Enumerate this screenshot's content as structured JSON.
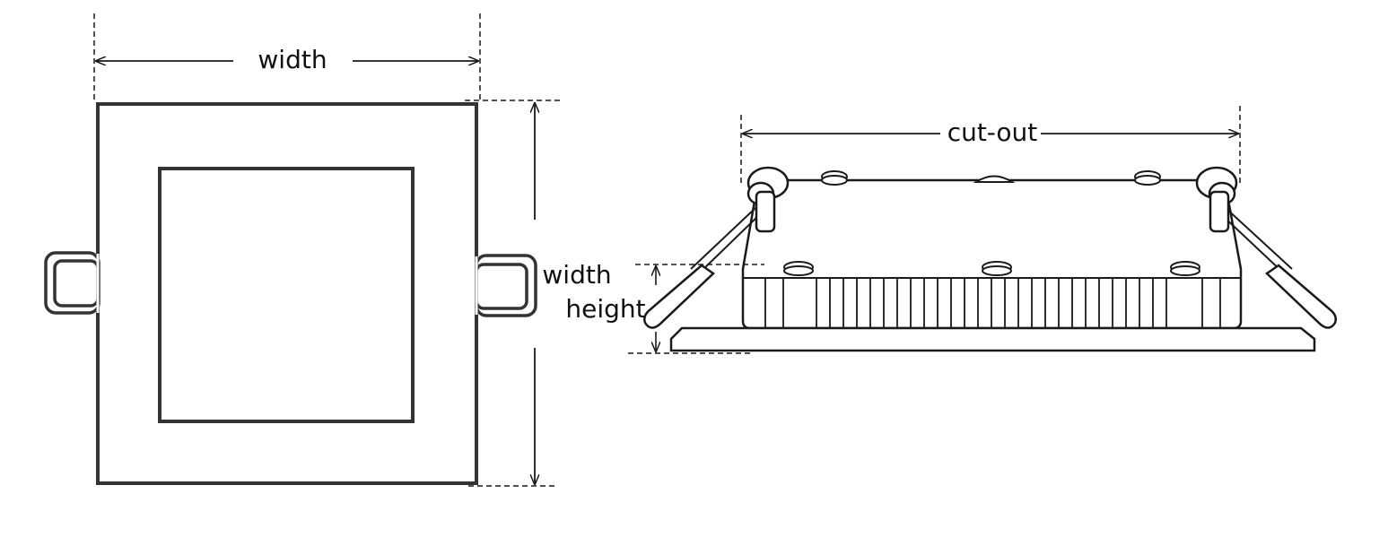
{
  "front_view": {
    "width_label": "width",
    "height_label": "width"
  },
  "side_view": {
    "cutout_label": "cut-out",
    "height_label": "height"
  },
  "colors": {
    "stroke": "#333333",
    "line": "#1a1a1a",
    "background": "#ffffff"
  }
}
